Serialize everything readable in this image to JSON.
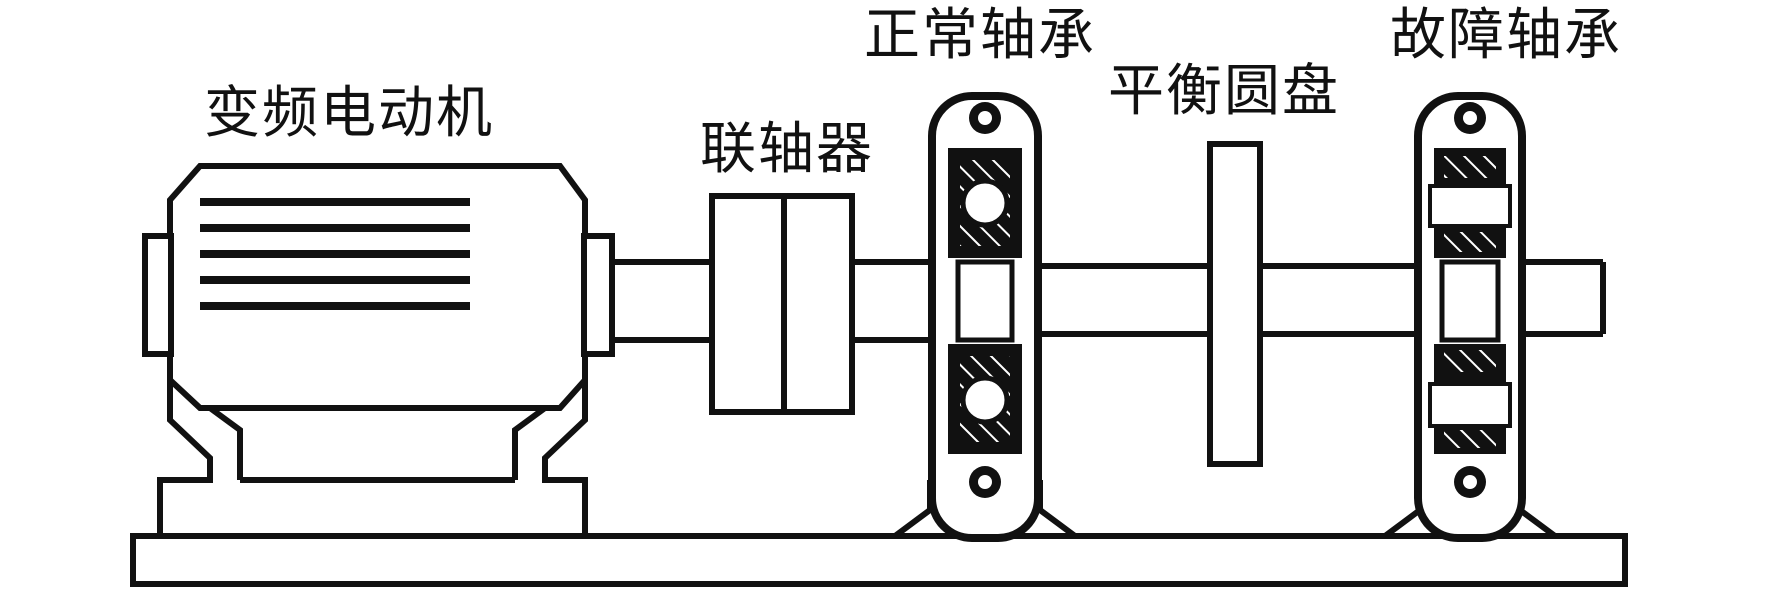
{
  "labels": {
    "motor": "变频电动机",
    "coupling": "联轴器",
    "normal_bearing": "正常轴承",
    "balance_disk": "平衡圆盘",
    "fault_bearing": "故障轴承"
  },
  "colors": {
    "line": "#111111",
    "background": "#ffffff"
  }
}
